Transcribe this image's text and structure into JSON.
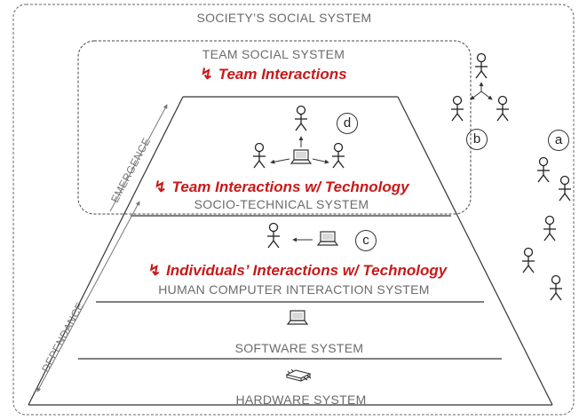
{
  "outer": {
    "title": "SOCIETY’S SOCIAL SYSTEM"
  },
  "team": {
    "title": "TEAM SOCIAL SYSTEM",
    "interaction": "Team Interactions"
  },
  "layers": {
    "sociotech": {
      "interaction": "Team Interactions w/ Technology",
      "title": "SOCIO-TECHNICAL SYSTEM"
    },
    "hci": {
      "interaction": "Individuals’ Interactions w/ Technology",
      "title": "HUMAN COMPUTER INTERACTION SYSTEM"
    },
    "software": {
      "title": "SOFTWARE SYSTEM"
    },
    "hardware": {
      "title": "HARDWARE SYSTEM"
    }
  },
  "markers": {
    "a": "a",
    "b": "b",
    "c": "c",
    "d": "d"
  },
  "axes": {
    "emergence": "EMERGENCE",
    "dependance": "DEPENDANCE"
  },
  "icons": {
    "interaction": "lightning-bolt-icon",
    "bolt_glyph": "↯",
    "person": "stick-figure-icon",
    "computer": "laptop-icon",
    "chip": "chip-icon"
  },
  "colors": {
    "interaction": "#c8191a",
    "label": "#6b6b6b",
    "line": "#333333"
  }
}
